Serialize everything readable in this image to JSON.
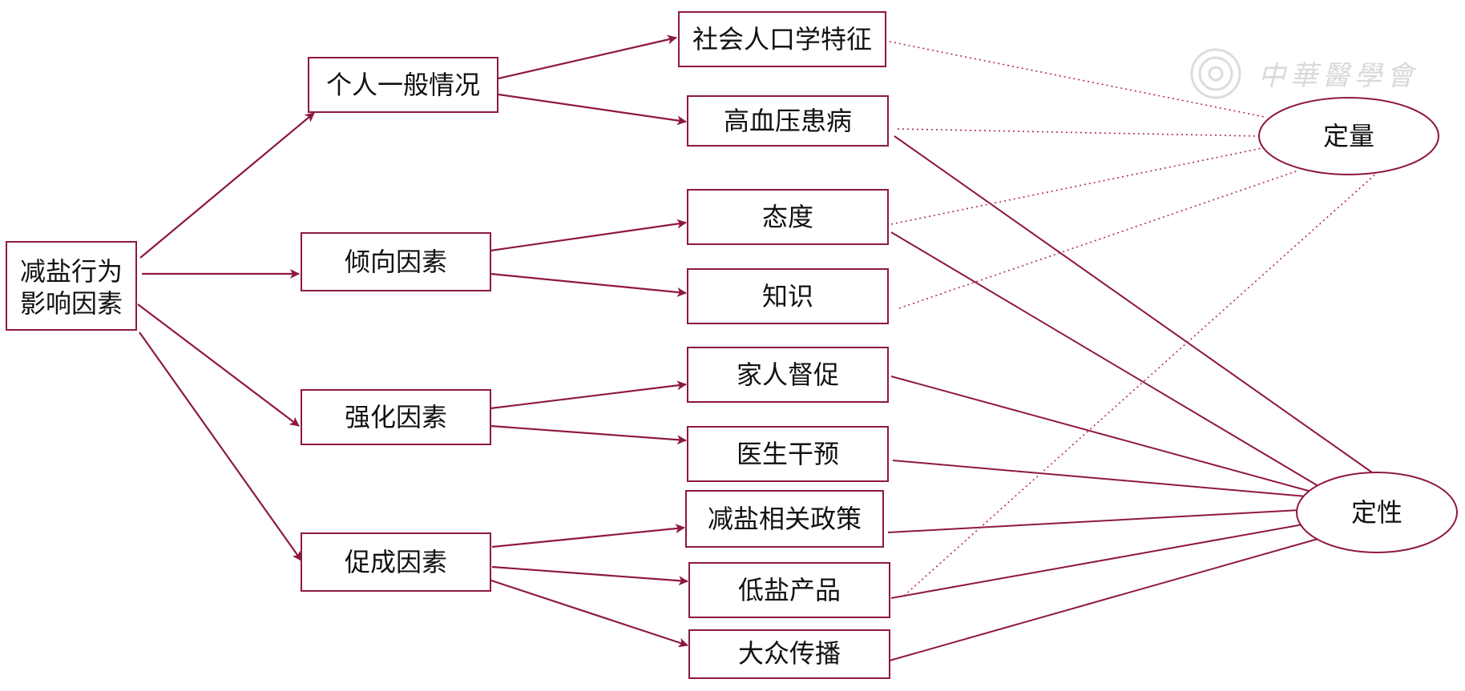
{
  "nodes": {
    "root_line1": "减盐行为",
    "root_line2": "影响因素",
    "personal": "个人一般情况",
    "predisposing": "倾向因素",
    "reinforcing": "强化因素",
    "enabling": "促成因素",
    "demographics": "社会人口学特征",
    "hypertension": "高血压患病",
    "attitude": "态度",
    "knowledge": "知识",
    "family": "家人督促",
    "doctor": "医生干预",
    "policy": "减盐相关政策",
    "lowsalt": "低盐产品",
    "media": "大众传播",
    "quantitative": "定量",
    "qualitative": "定性"
  },
  "watermark": {
    "text": "中華醫學會"
  },
  "colors": {
    "accent": "#8e1840",
    "watermark": "#d9d9d9"
  }
}
